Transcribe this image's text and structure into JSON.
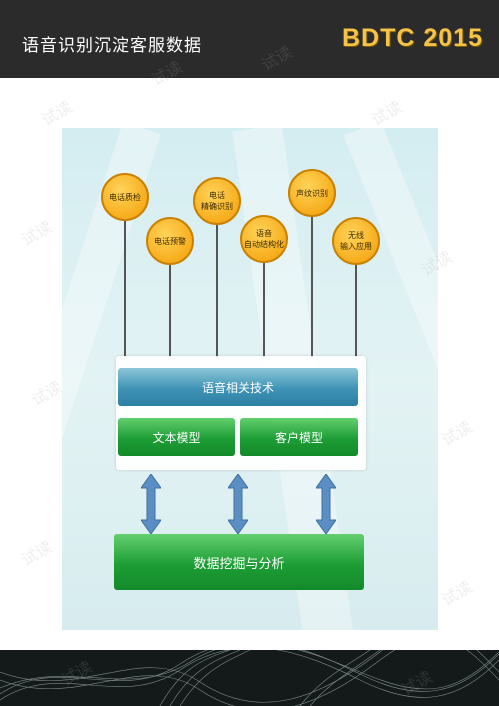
{
  "header": {
    "title": "语音识别沉淀客服数据",
    "brand": "BDTC 2015"
  },
  "watermark_text": "试读",
  "diagram": {
    "circles": [
      {
        "label": "电话质检"
      },
      {
        "label": "电话预警"
      },
      {
        "label": "电话\n精确识别"
      },
      {
        "label": "语音\n自动结构化"
      },
      {
        "label": "声纹识别"
      },
      {
        "label": "无线\n输入应用"
      }
    ],
    "tech_bar": "语音相关技术",
    "text_model": "文本模型",
    "customer_model": "客户模型",
    "mining_bar": "数据挖掘与分析"
  },
  "colors": {
    "header_bg": "#2b2b2b",
    "brand": "#f5c24a",
    "circle": "#f7ad1c",
    "blue_bar": "#3e93b6",
    "green_bar": "#1d9d35",
    "arrow": "#5b8fc4"
  }
}
